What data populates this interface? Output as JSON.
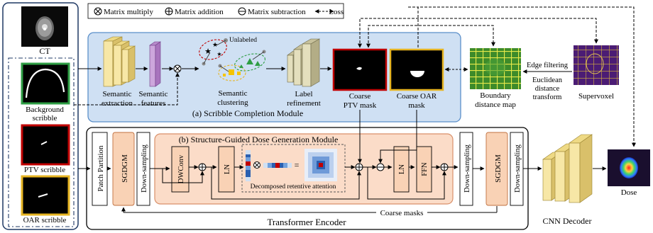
{
  "legend": {
    "multiply": "Matrix multiply",
    "addition": "Matrix addition",
    "subtraction": "Matrix subtraction",
    "loss": "Loss"
  },
  "inputs": {
    "ct": "CT",
    "background_scribble": "Background scribble",
    "ptv_scribble": "PTV scribble",
    "oar_scribble": "OAR scribble"
  },
  "scm": {
    "title": "(a) Scribble Completion Module",
    "semantic_extraction": [
      "Semantic",
      "extraction"
    ],
    "semantic_features": [
      "Semantic",
      "features"
    ],
    "unlabeled": "Unlabeled",
    "semantic_clustering": [
      "Semantic",
      "clustering"
    ],
    "label_refinement": [
      "Label",
      "refinement"
    ],
    "coarse_ptv_mask": [
      "Coarse",
      "PTV mask"
    ],
    "coarse_oar_mask": [
      "Coarse OAR",
      "mask"
    ]
  },
  "side": {
    "boundary_distance_map": [
      "Boundary",
      "distance map"
    ],
    "edge_filtering": "Edge filtering",
    "euclidean": [
      "Euclidean",
      "distance",
      "transform"
    ],
    "supervoxel": "Supervoxel"
  },
  "sgdg": {
    "title": "(b) Structure-Guided Dose Generation Module",
    "dwconv": "DWConv",
    "ln": "LN",
    "ffn": "FFN",
    "retentive_attention": "Decomposed retentive attention",
    "equals": "="
  },
  "encoder": {
    "patch_partition": "Patch Partition",
    "sgdgm": "SGDGM",
    "down_sampling": "Down-sampling",
    "coarse_masks": "Coarse masks",
    "title": "Transformer Encoder"
  },
  "decoder": {
    "cnn_decoder": "CNN Decoder",
    "dose": "Dose"
  },
  "colors": {
    "scm_fill": "#cfe0f3",
    "scm_stroke": "#5b8fc9",
    "sgdg_fill": "#fbdcc8",
    "sgdg_stroke": "#d9906a",
    "block_fill": "#f9d2b5",
    "cube_front": "#f7e7a6",
    "features": "#cda6dc",
    "ptv_border": "#c00000",
    "oar_border": "#e6b422",
    "bg_border": "#2e9e44"
  }
}
